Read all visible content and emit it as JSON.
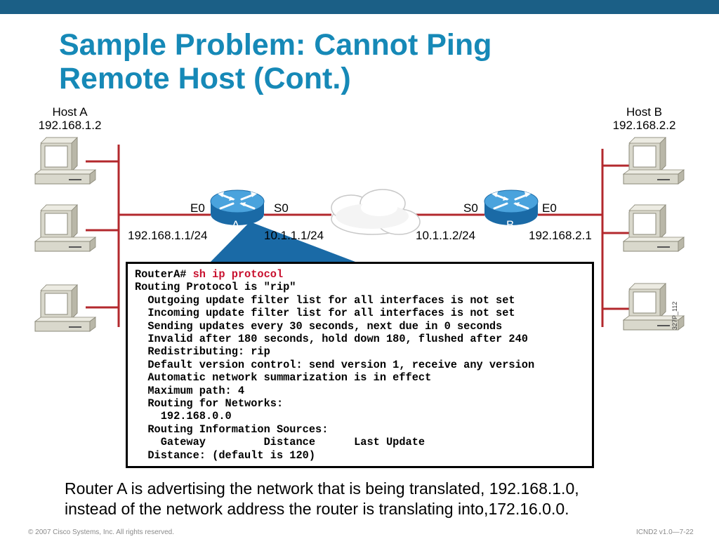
{
  "title": {
    "line1": "Sample Problem: Cannot Ping",
    "line2": "Remote Host (Cont.)"
  },
  "host_a": {
    "name": "Host A",
    "ip": "192.168.1.2"
  },
  "host_b": {
    "name": "Host B",
    "ip": "192.168.2.2"
  },
  "router_a": {
    "label": "A",
    "e0": "E0",
    "s0": "S0",
    "e0_ip": "192.168.1.1/24",
    "s0_ip": "10.1.1.1/24"
  },
  "router_b": {
    "label": "B",
    "e0": "E0",
    "s0": "S0",
    "e0_ip": "192.168.2.1",
    "s0_ip": "10.1.1.2/24"
  },
  "figure_id": "327P_112",
  "console": {
    "prompt": "RouterA# ",
    "command": "sh ip protocol",
    "lines": [
      "Routing Protocol is \"rip\"",
      "  Outgoing update filter list for all interfaces is not set",
      "  Incoming update filter list for all interfaces is not set",
      "  Sending updates every 30 seconds, next due in 0 seconds",
      "  Invalid after 180 seconds, hold down 180, flushed after 240",
      "  Redistributing: rip",
      "  Default version control: send version 1, receive any version",
      "  Automatic network summarization is in effect",
      "  Maximum path: 4",
      "  Routing for Networks:",
      "    192.168.0.0",
      "  Routing Information Sources:",
      "    Gateway         Distance      Last Update",
      "  Distance: (default is 120)"
    ]
  },
  "note": {
    "line1": "Router A is advertising the network that is being translated, 192.168.1.0,",
    "line2": "instead of the network address the router is translating into,172.16.0.0."
  },
  "footer": {
    "copyright": "© 2007 Cisco Systems, Inc. All rights reserved.",
    "course": "ICND2 v1.0—7-22"
  },
  "colors": {
    "topbar": "#1b5f86",
    "title": "#1689b7",
    "link": "#b3282d",
    "router": "#2a86c4",
    "command": "#c8102e"
  }
}
